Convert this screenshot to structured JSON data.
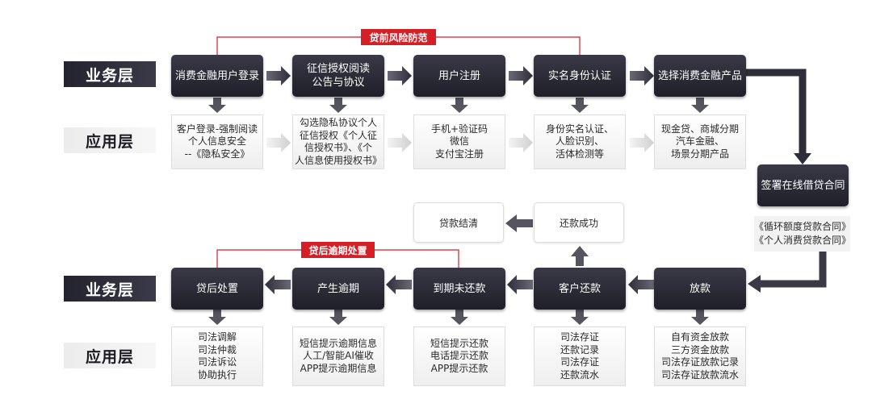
{
  "layers": {
    "business": "业务层",
    "application": "应用层"
  },
  "tags": {
    "pre_loan_risk": "贷前风险防范",
    "post_loan_overdue": "贷后逾期处置"
  },
  "top_flow": [
    {
      "id": "login",
      "label": "消费金融用户登录",
      "details": [
        "客户登录-强制阅读",
        "个人信息安全",
        "--《隐私安全》"
      ]
    },
    {
      "id": "credit-auth",
      "label": [
        "征信授权阅读",
        "公告与协议"
      ],
      "details": [
        "勾选隐私协议个人",
        "征信授权《个人征",
        "信授权书》、《个",
        "人信息使用授权书》"
      ]
    },
    {
      "id": "register",
      "label": "用户注册",
      "details": [
        "手机+验证码",
        "微信",
        "支付宝注册"
      ]
    },
    {
      "id": "identity",
      "label": "实名身份认证",
      "details": [
        "身份实名认证、",
        "人脸识别、",
        "活体检测等"
      ]
    },
    {
      "id": "product",
      "label": "选择消费金融产品",
      "details": [
        "现金贷、商城分期",
        "汽车金融、",
        "场景分期产品"
      ]
    }
  ],
  "contract": {
    "label": "签署在线借贷合同",
    "details": [
      "《循环额度贷款合同》",
      "《个人消费贷款合同》"
    ]
  },
  "bottom_flow": [
    {
      "id": "disbursement",
      "label": "放款",
      "details": [
        "自有资金放款",
        "三方资金放款",
        "司法存证放款记录",
        "司法存证放款流水"
      ]
    },
    {
      "id": "repayment",
      "label": "客户还款",
      "details": [
        "司法存证",
        "还款记录",
        "司法存证",
        "还款流水"
      ]
    },
    {
      "id": "due-unpaid",
      "label": "到期未还款",
      "details": [
        "短信提示还款",
        "电话提示还款",
        "APP提示还款"
      ]
    },
    {
      "id": "overdue",
      "label": "产生逾期",
      "details": [
        "短信提示逾期信息",
        "人工/智能AI催收",
        "APP提示逾期信息"
      ]
    },
    {
      "id": "post-loan",
      "label": "贷后处置",
      "details": [
        "司法调解",
        "司法仲裁",
        "司法诉讼",
        "协助执行"
      ]
    }
  ],
  "success_flow": {
    "repaid": "还款成功",
    "settled": "贷款结清"
  },
  "colors": {
    "dark_box": "#2a2a36",
    "tag_red": "#d41f27",
    "arrow": "#2e2e3a",
    "arrow_light": "#d9d9d9"
  }
}
